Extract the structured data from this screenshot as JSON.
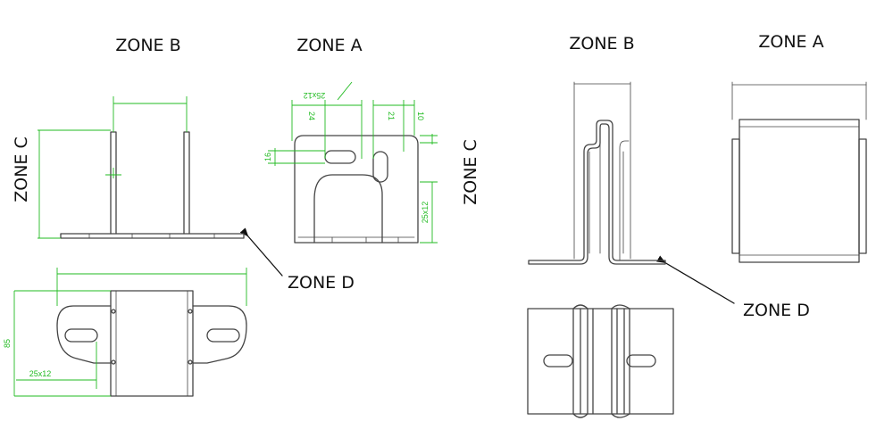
{
  "labels": {
    "left_zone_b": "ZONE B",
    "left_zone_a": "ZONE A",
    "left_zone_c": "ZONE C",
    "left_zone_d": "ZONE D",
    "right_zone_b": "ZONE B",
    "right_zone_a": "ZONE A",
    "right_zone_c": "ZONE C",
    "right_zone_d": "ZONE D"
  },
  "dimensions": {
    "slot_top": "25x12",
    "width_24": "24",
    "width_21": "21",
    "height_10": "10",
    "height_16": "16",
    "slot_side": "25x12",
    "height_85": "85",
    "slot_bottom": "25x12"
  },
  "colors": {
    "line": "#444444",
    "dimension": "#22bb22",
    "label": "#111111",
    "arrow": "#111111",
    "background": "#ffffff"
  }
}
